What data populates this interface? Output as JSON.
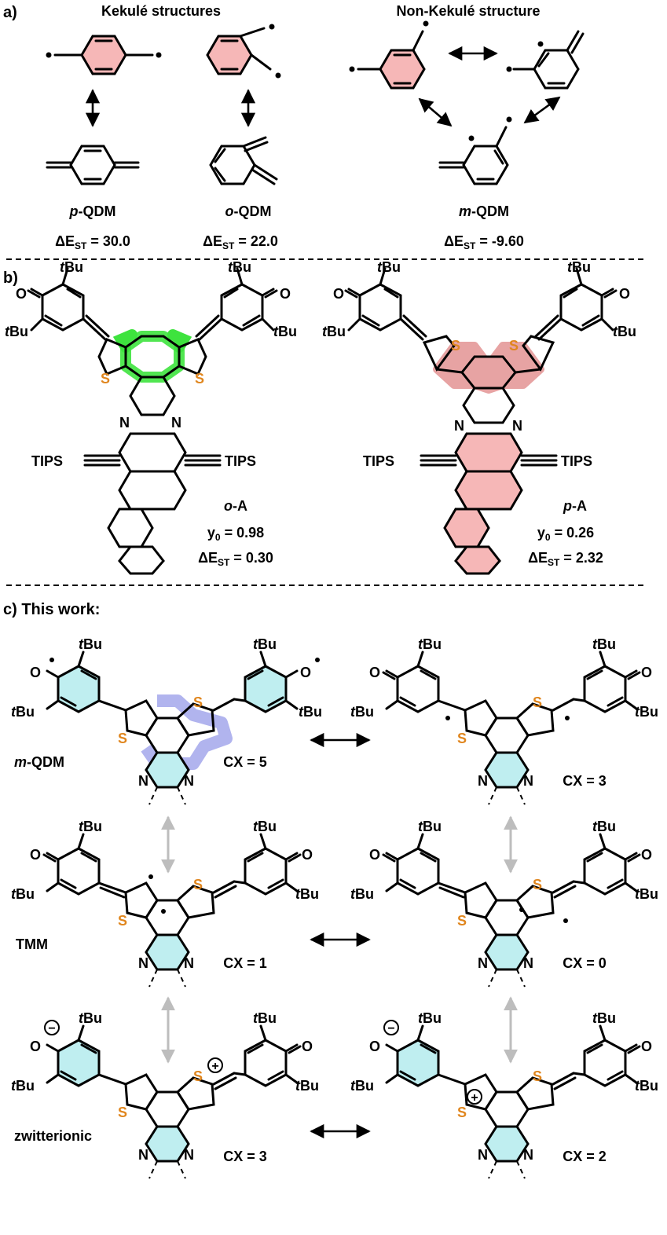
{
  "panel_a": {
    "letter": "a)",
    "kekule_heading": "Kekulé structures",
    "nonkekule_heading": "Non-Kekulé structure",
    "molecules": [
      {
        "id": "p",
        "prefix": "p",
        "suffix": "-QDM",
        "delta_label": "ΔE",
        "delta_sub": "ST",
        "delta_value": "= 30.0"
      },
      {
        "id": "o",
        "prefix": "o",
        "suffix": "-QDM",
        "delta_label": "ΔE",
        "delta_sub": "ST",
        "delta_value": "= 22.0"
      },
      {
        "id": "m",
        "prefix": "m",
        "suffix": "-QDM",
        "delta_label": "ΔE",
        "delta_sub": "ST",
        "delta_value": "= -9.60"
      }
    ]
  },
  "panel_b": {
    "letter": "b)",
    "tbu": "tBu",
    "tips": "TIPS",
    "atoms": {
      "O": "O",
      "S": "S",
      "N": "N"
    },
    "molecules": [
      {
        "id": "oA",
        "prefix": "o",
        "suffix": "-A",
        "y0_label": "y",
        "y0_sub": "0",
        "y0_value": "= 0.98",
        "delta_label": "ΔE",
        "delta_sub": "ST",
        "delta_value": "= 0.30",
        "highlight": "#3ee33e"
      },
      {
        "id": "pA",
        "prefix": "p",
        "suffix": "-A",
        "y0_label": "y",
        "y0_sub": "0",
        "y0_value": "= 0.26",
        "delta_label": "ΔE",
        "delta_sub": "ST",
        "delta_value": "= 2.32",
        "highlight": "#e7a3a3"
      }
    ]
  },
  "panel_c": {
    "letter": "c) This work:",
    "row_labels": [
      {
        "prefix": "m",
        "suffix": "-QDM"
      },
      {
        "prefix": "",
        "suffix": "TMM"
      },
      {
        "prefix": "",
        "suffix": "zwitterionic"
      }
    ],
    "cx_values": [
      "CX = 5",
      "CX = 3",
      "CX = 1",
      "CX = 0",
      "CX = 3",
      "CX = 2"
    ],
    "charges": {
      "minus": "−",
      "plus": "+"
    }
  },
  "colors": {
    "benzene_pink": "#f6b7b7",
    "pyrazine_cyan": "#bfeef0",
    "green_highlight": "#3ee33e",
    "pink_highlight": "#e7a3a3",
    "blue_highlight": "#a9acec",
    "sulfur": "#e0861e",
    "gray_arrow": "#bdbdbd"
  }
}
